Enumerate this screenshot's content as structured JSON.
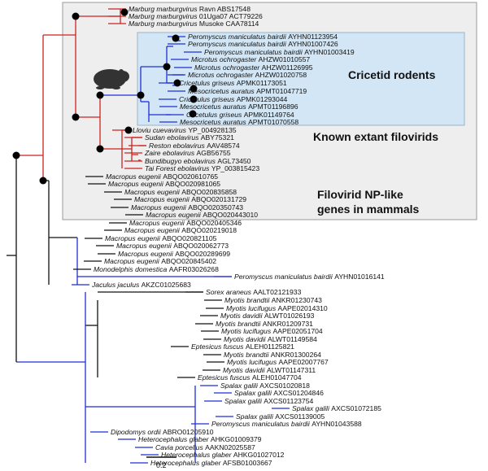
{
  "colors": {
    "black_branch": "#111111",
    "red_branch": "#cc2222",
    "blue_branch": "#1f2fd6",
    "box_gray": "#eeeeee",
    "box_blue": "#d2e6f5",
    "node": "#000000"
  },
  "icons": [
    "rodent-silhouette-icon"
  ],
  "groups": {
    "cricetid": "Cricetid rodents",
    "filovirids": "Known extant filovirids",
    "nplike_line1": "Filovirid NP-like",
    "nplike_line2": "genes in mammals"
  },
  "scale_bar": {
    "label": "0.2"
  },
  "leaves": [
    {
      "species": "Marburg marburgvirus",
      "acc": "Ravn ABS17548",
      "clade": "red"
    },
    {
      "species": "Marburg marburgvirus",
      "acc": "01Uga07 ACT79226",
      "clade": "red"
    },
    {
      "species": "Marburg marburgvirus",
      "acc": "Musoke CAA78114",
      "clade": "red"
    },
    {
      "species": "Peromyscus maniculatus bairdii",
      "acc": "AYHN01123954",
      "clade": "blue"
    },
    {
      "species": "Peromyscus maniculatus bairdii",
      "acc": "AYHN01007426",
      "clade": "blue"
    },
    {
      "species": "Peromyscus maniculatus bairdii",
      "acc": "AYHN01003419",
      "clade": "blue"
    },
    {
      "species": "Microtus ochrogaster",
      "acc": "AHZW01010557",
      "clade": "blue"
    },
    {
      "species": "Microtus ochrogaster",
      "acc": "AHZW01126995",
      "clade": "blue"
    },
    {
      "species": "Microtus ochrogaster",
      "acc": "AHZW01020758",
      "clade": "blue"
    },
    {
      "species": "Cricetulus griseus",
      "acc": "APMK01173051",
      "clade": "blue"
    },
    {
      "species": "Mesocricetus auratus",
      "acc": "APMT01047719",
      "clade": "blue"
    },
    {
      "species": "Cricetulus griseus",
      "acc": "APMK01293044",
      "clade": "blue"
    },
    {
      "species": "Mesocricetus auratus",
      "acc": "APMT01196896",
      "clade": "blue"
    },
    {
      "species": "Cricetulus griseus",
      "acc": "APMK01149764",
      "clade": "blue"
    },
    {
      "species": "Mesocricetus auratus",
      "acc": "APMT01070558",
      "clade": "blue"
    },
    {
      "species": "Lloviu cuevavirus",
      "acc": "YP_004928135",
      "clade": "red"
    },
    {
      "species": "Sudan ebolavirus",
      "acc": "ABY75321",
      "clade": "red"
    },
    {
      "species": "Reston ebolavirus",
      "acc": "AAV48574",
      "clade": "red"
    },
    {
      "species": "Zaire ebolavirus",
      "acc": "AGB56755",
      "clade": "red"
    },
    {
      "species": "Bundibugyo ebolavirus",
      "acc": "AGL73450",
      "clade": "red"
    },
    {
      "species": "Tai Forest ebolavirus",
      "acc": "YP_003815423",
      "clade": "red"
    },
    {
      "species": "Macropus eugenii",
      "acc": "ABQO020610765",
      "clade": "black"
    },
    {
      "species": "Macropus eugenii",
      "acc": "ABQO020981065",
      "clade": "black"
    },
    {
      "species": "Macropus eugenii",
      "acc": "ABQO020835858",
      "clade": "black"
    },
    {
      "species": "Macropus eugenii",
      "acc": "ABQO020131729",
      "clade": "black"
    },
    {
      "species": "Macropus eugenii",
      "acc": "ABQO020350743",
      "clade": "black"
    },
    {
      "species": "Macropus eugenii",
      "acc": "ABQO020443010",
      "clade": "black"
    },
    {
      "species": "Macropus eugenii",
      "acc": "ABQO020405346",
      "clade": "black"
    },
    {
      "species": "Macropus eugenii",
      "acc": "ABQO020219018",
      "clade": "black"
    },
    {
      "species": "Macropus eugenii",
      "acc": "ABQO020821105",
      "clade": "black"
    },
    {
      "species": "Macropus eugenii",
      "acc": "ABQO020062773",
      "clade": "black"
    },
    {
      "species": "Macropus eugenii",
      "acc": "ABQO020289699",
      "clade": "black"
    },
    {
      "species": "Macropus eugenii",
      "acc": "ABQO020845402",
      "clade": "black"
    },
    {
      "species": "Monodelphis domestica",
      "acc": "AAFR03026268",
      "clade": "black"
    },
    {
      "species": "Peromyscus maniculatus bairdii",
      "acc": "AYHN01016141",
      "clade": "blue"
    },
    {
      "species": "Jaculus jaculus",
      "acc": "AKZC01025683",
      "clade": "blue"
    },
    {
      "species": "Sorex araneus",
      "acc": "AALT02121933",
      "clade": "black"
    },
    {
      "species": "Myotis brandtii",
      "acc": "ANKR01230743",
      "clade": "black"
    },
    {
      "species": "Myotis lucifugus",
      "acc": "AAPE02014310",
      "clade": "black"
    },
    {
      "species": "Myotis davidii",
      "acc": "ALWT01026193",
      "clade": "black"
    },
    {
      "species": "Myotis brandtii",
      "acc": "ANKR01209731",
      "clade": "black"
    },
    {
      "species": "Myotis lucifugus",
      "acc": "AAPE02051704",
      "clade": "black"
    },
    {
      "species": "Myotis davidii",
      "acc": "ALWT01149584",
      "clade": "black"
    },
    {
      "species": "Eptesicus fuscus",
      "acc": "ALEH01125821",
      "clade": "black"
    },
    {
      "species": "Myotis brandtii",
      "acc": "ANKR01300264",
      "clade": "black"
    },
    {
      "species": "Myotis lucifugus",
      "acc": "AAPE02007767",
      "clade": "black"
    },
    {
      "species": "Myotis davidii",
      "acc": "ALWT01147311",
      "clade": "black"
    },
    {
      "species": "Eptesicus fuscus",
      "acc": "ALEH01047704",
      "clade": "black"
    },
    {
      "species": "Spalax galili",
      "acc": "AXCS01020818",
      "clade": "blue"
    },
    {
      "species": "Spalax galili",
      "acc": "AXCS01204846",
      "clade": "blue"
    },
    {
      "species": "Spalax galili",
      "acc": "AXCS01123754",
      "clade": "blue"
    },
    {
      "species": "Spalax galili",
      "acc": "AXCS01072185",
      "clade": "blue"
    },
    {
      "species": "Spalax galili",
      "acc": "AXCS01139005",
      "clade": "blue"
    },
    {
      "species": "Peromyscus maniculatus bairdii",
      "acc": "AYHN01043588",
      "clade": "blue"
    },
    {
      "species": "Dipodomys ordii",
      "acc": "ABRO01205910",
      "clade": "blue"
    },
    {
      "species": "Heterocephalus glaber",
      "acc": "AHKG01009379",
      "clade": "blue"
    },
    {
      "species": "Cavia porcellus",
      "acc": "AAKN02025587",
      "clade": "blue"
    },
    {
      "species": "Heterocephalus glaber",
      "acc": "AHKG01027012",
      "clade": "blue"
    },
    {
      "species": "Heterocephalus glaber",
      "acc": "AFSB01003667",
      "clade": "blue"
    }
  ]
}
